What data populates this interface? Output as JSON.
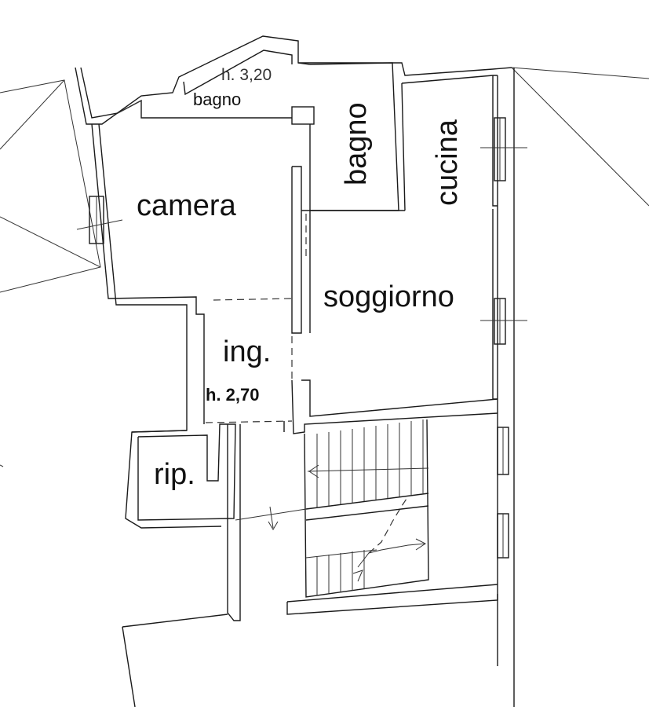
{
  "rooms": {
    "bagno_small": "bagno",
    "bagno_small_height": "h. 3,20",
    "bagno": "bagno",
    "cucina": "cucina",
    "camera": "camera",
    "soggiorno": "soggiorno",
    "ingresso": "ing.",
    "ingresso_height": "h. 2,70",
    "ripostiglio": "rip."
  },
  "colors": {
    "line": "#1a1a1a",
    "background": "#ffffff"
  }
}
